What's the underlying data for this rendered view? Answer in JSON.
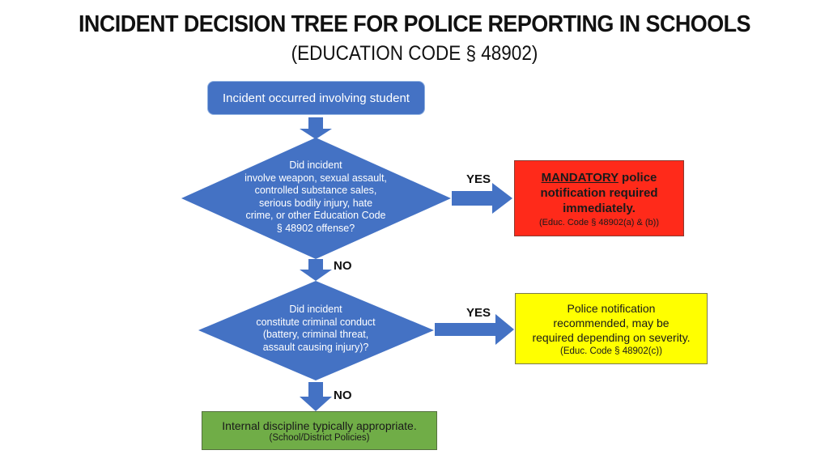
{
  "header": {
    "title": "INCIDENT DECISION TREE FOR POLICE REPORTING IN SCHOOLS",
    "subtitle": "(EDUCATION CODE § 48902)"
  },
  "nodes": {
    "start": {
      "label": "Incident occurred involving student"
    },
    "decision1": {
      "lines": [
        "Did incident",
        "involve weapon, sexual assault,",
        "controlled substance sales,",
        "serious bodily injury, hate",
        "crime, or other Education Code",
        "§ 48902 offense?"
      ]
    },
    "decision2": {
      "lines": [
        "Did incident",
        "constitute criminal conduct",
        "(battery, criminal threat,",
        "assault causing injury)?"
      ]
    },
    "mandatory": {
      "emphasis": "MANDATORY",
      "rest_line1": " police",
      "line2": "notification required",
      "line3": "immediately.",
      "citation": "(Educ. Code § 48902(a) & (b))"
    },
    "recommended": {
      "line1": "Police notification",
      "line2": "recommended, may be",
      "line3": "required depending on severity.",
      "citation": "(Educ. Code § 48902(c))"
    },
    "internal": {
      "line1": "Internal discipline typically appropriate.",
      "citation": "(School/District Policies)"
    }
  },
  "edges": {
    "yes1": "YES",
    "yes2": "YES",
    "no1": "NO",
    "no2": "NO"
  },
  "colors": {
    "shape_blue": "#4472c4",
    "mandatory_red": "#ff2a1a",
    "recommended_yellow": "#ffff00",
    "internal_green": "#70ad47"
  }
}
